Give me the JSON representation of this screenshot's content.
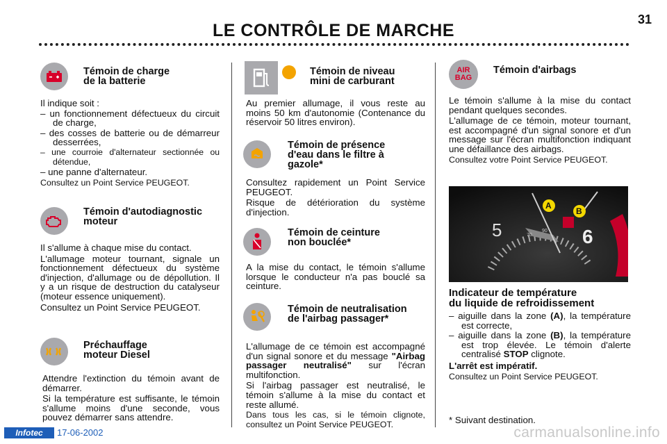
{
  "page": {
    "number": "31",
    "title": "LE CONTRÔLE DE MARCHE"
  },
  "col1": {
    "charge": {
      "title_l1": "Témoin de charge",
      "title_l2": "de la batterie",
      "intro": "Il indique soit :",
      "items": [
        "– un fonctionnement défectueux du circuit de charge,",
        "– des cosses de batterie ou de démarreur desserrées,",
        "– une courroie d'alternateur sectionnée ou détendue,",
        "– une panne d'alternateur."
      ],
      "consult": "Consultez un Point Service PEUGEOT."
    },
    "autodiag": {
      "title_l1": "Témoin d'autodiagnostic",
      "title_l2": "moteur",
      "p1": "Il s'allume à chaque mise du contact.",
      "p2": "L'allumage moteur tournant, signale un fonctionnement défectueux du système d'injection, d'allumage ou de dépollution. Il y a un risque de destruction du catalyseur (moteur essence uniquement).",
      "consult": "Consultez un Point Service PEUGEOT."
    },
    "prechauffage": {
      "title_l1": "Préchauffage",
      "title_l2": "moteur Diesel",
      "p1": "Attendre l'extinction du témoin avant de démarrer.",
      "p2": "Si la température est suffisante, le témoin s'allume moins d'une seconde, vous pouvez démarrer sans attendre."
    }
  },
  "col2": {
    "carburant": {
      "title_l1": "Témoin de niveau",
      "title_l2": "mini de carburant",
      "p1": "Au premier allumage, il vous reste au moins 50 km d'autonomie (Contenance du réservoir 50 litres environ)."
    },
    "eau": {
      "title_l1": "Témoin de présence",
      "title_l2": "d'eau dans le filtre à",
      "title_l3": "gazole*",
      "p1": "Consultez rapidement un Point Service PEUGEOT.",
      "p2": "Risque de détérioration du système d'injection."
    },
    "ceinture": {
      "title_l1": "Témoin de ceinture",
      "title_l2": "non bouclée*",
      "p1": "A la mise du contact, le témoin s'allume lorsque le conducteur n'a pas bouclé sa ceinture."
    },
    "neutralisation": {
      "title_l1": "Témoin de neutralisation",
      "title_l2": "de l'airbag passager*",
      "p1_pre": "L'allumage de ce témoin est accompagné d'un signal sonore et du message ",
      "p1_bold": "\"Airbag passager neutralisé\"",
      "p1_post": " sur l'écran multifonction.",
      "p2": "Si l'airbag passager est neutralisé, le témoin s'allume à la mise du contact et reste allumé.",
      "p3": "Dans tous les cas, si le témoin clignote, consultez un Point Service PEUGEOT."
    }
  },
  "col3": {
    "airbags": {
      "icon_l1": "AIR",
      "icon_l2": "BAG",
      "title": "Témoin d'airbags",
      "p1": "Le témoin s'allume à la mise du contact pendant quelques secondes.",
      "p2": "L'allumage de ce témoin, moteur tournant, est accompagné d'un signal sonore et d'un message sur l'écran multifonction indiquant une défaillance des airbags.",
      "consult": "Consultez votre Point Service PEUGEOT."
    },
    "gauge": {
      "label_a": "A",
      "label_b": "B",
      "tick_70": "70",
      "tick_90": "90",
      "tick_5": "5",
      "tick_6": "6"
    },
    "temperature": {
      "title_l1": "Indicateur de température",
      "title_l2": "du liquide de refroidissement",
      "item1_pre": "– aiguille dans la zone ",
      "item1_bold": "(A)",
      "item1_post": ", la température est correcte,",
      "item2_pre": "– aiguille dans la zone ",
      "item2_bold": "(B)",
      "item2_mid": ", la température est trop élevée. Le témoin d'alerte centralisé ",
      "item2_bold2": "STOP",
      "item2_post": " clignote.",
      "imperatif": "L'arrêt est impératif.",
      "consult": "Consultez un Point Service PEUGEOT."
    },
    "footnote": "* Suivant destination."
  },
  "footer": {
    "logo": "Infotec",
    "date": "17-06-2002",
    "watermark": "carmanualsonline.info"
  },
  "colors": {
    "icon_grey": "#a9a9ad",
    "icon_red": "#d8002a",
    "fuel_amber": "#f3a300",
    "gauge_yellow": "#f4d800",
    "brand_blue": "#1e5eb8"
  }
}
